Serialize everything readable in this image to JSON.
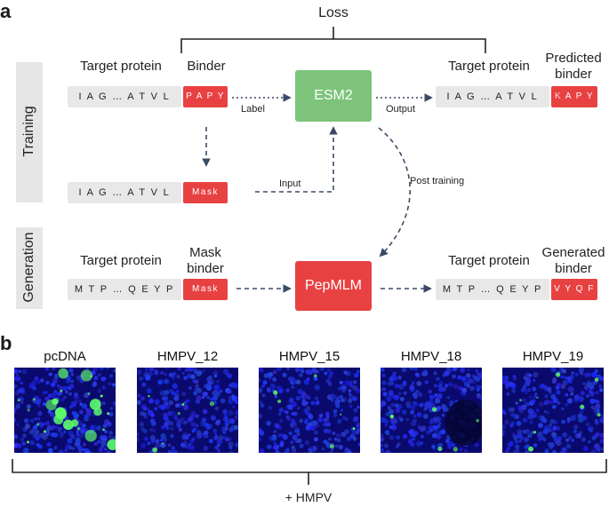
{
  "panel_a": "a",
  "panel_b": "b",
  "loss": "Loss",
  "sections": {
    "training": "Training",
    "generation": "Generation"
  },
  "training": {
    "target_header": "Target protein",
    "binder_header": "Binder",
    "target_seq": "I A G … A T V L",
    "binder_seq": "P A P Y",
    "mask_target_seq": "I A G … A T V L",
    "mask_label": "Mask",
    "label_text": "Label",
    "input_text": "Input",
    "output_text": "Output",
    "model": "ESM2",
    "out_target_header": "Target protein",
    "predicted_header_1": "Predicted",
    "predicted_header_2": "binder",
    "out_target_seq": "I A G … A T V L",
    "predicted_first": "K",
    "predicted_rest": " A P Y"
  },
  "post_training": "Post training",
  "generation": {
    "target_header": "Target protein",
    "mask_binder_1": "Mask",
    "mask_binder_2": "binder",
    "target_seq": "M T P … Q E Y P",
    "mask_label": "Mask",
    "model": "PepMLM",
    "out_target_header": "Target protein",
    "generated_1": "Generated",
    "generated_2": "binder",
    "out_target_seq": "M T P … Q E Y P",
    "generated_seq": "V Y Q F"
  },
  "micrographs": [
    "pcDNA",
    "HMPV_12",
    "HMPV_15",
    "HMPV_18",
    "HMPV_19"
  ],
  "hmpv_label": "+ HMPV",
  "colors": {
    "red": "#e84142",
    "green": "#7dc47a",
    "gray": "#e6e6e6",
    "arrow": "#3b4a66",
    "nucleus": "#1e2ee0",
    "signal": "#5dfc6a"
  }
}
